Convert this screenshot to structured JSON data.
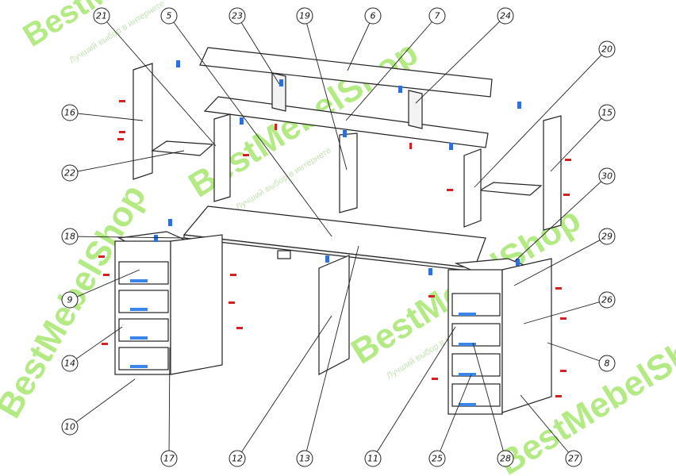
{
  "colors": {
    "fastener_red": "#d42020",
    "bracket_blue": "#2f6fd6",
    "handle_blue": "#3a86e8",
    "watermark_green": "#8fe04e"
  },
  "watermark": {
    "brand": "BestMebelShop",
    "tagline": "Лучший выбор в интернете"
  },
  "callouts": [
    {
      "id": "c21",
      "label": "21"
    },
    {
      "id": "c5",
      "label": "5"
    },
    {
      "id": "c23",
      "label": "23"
    },
    {
      "id": "c19",
      "label": "19"
    },
    {
      "id": "c6",
      "label": "6"
    },
    {
      "id": "c7",
      "label": "7"
    },
    {
      "id": "c24",
      "label": "24"
    },
    {
      "id": "c20",
      "label": "20"
    },
    {
      "id": "c16",
      "label": "16"
    },
    {
      "id": "c15",
      "label": "15"
    },
    {
      "id": "c22",
      "label": "22"
    },
    {
      "id": "c30",
      "label": "30"
    },
    {
      "id": "c18",
      "label": "18"
    },
    {
      "id": "c29",
      "label": "29"
    },
    {
      "id": "c9",
      "label": "9"
    },
    {
      "id": "c26",
      "label": "26"
    },
    {
      "id": "c14",
      "label": "14"
    },
    {
      "id": "c8",
      "label": "8"
    },
    {
      "id": "c10",
      "label": "10"
    },
    {
      "id": "c17",
      "label": "17"
    },
    {
      "id": "c12",
      "label": "12"
    },
    {
      "id": "c13",
      "label": "13"
    },
    {
      "id": "c11",
      "label": "11"
    },
    {
      "id": "c25",
      "label": "25"
    },
    {
      "id": "c28",
      "label": "28"
    },
    {
      "id": "c27",
      "label": "27"
    }
  ]
}
